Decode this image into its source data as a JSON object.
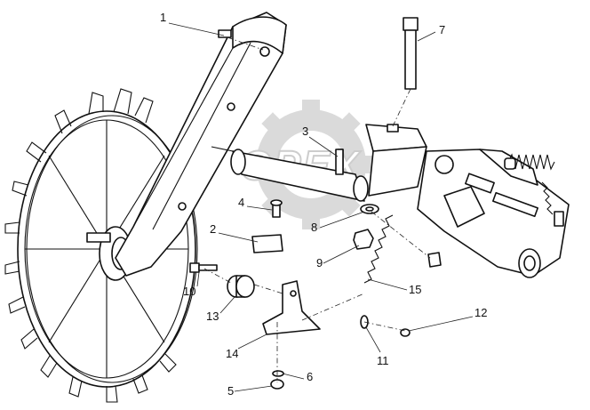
{
  "diagram": {
    "watermark_text": "OPEX",
    "callouts": [
      {
        "id": "1",
        "label": "1"
      },
      {
        "id": "2",
        "label": "2"
      },
      {
        "id": "3",
        "label": "3"
      },
      {
        "id": "4",
        "label": "4"
      },
      {
        "id": "5",
        "label": "5"
      },
      {
        "id": "6",
        "label": "6"
      },
      {
        "id": "7",
        "label": "7"
      },
      {
        "id": "8",
        "label": "8"
      },
      {
        "id": "9",
        "label": "9"
      },
      {
        "id": "10",
        "label": "10"
      },
      {
        "id": "11",
        "label": "11"
      },
      {
        "id": "12",
        "label": "12"
      },
      {
        "id": "13",
        "label": "13"
      },
      {
        "id": "14",
        "label": "14"
      },
      {
        "id": "15",
        "label": "15"
      }
    ]
  }
}
